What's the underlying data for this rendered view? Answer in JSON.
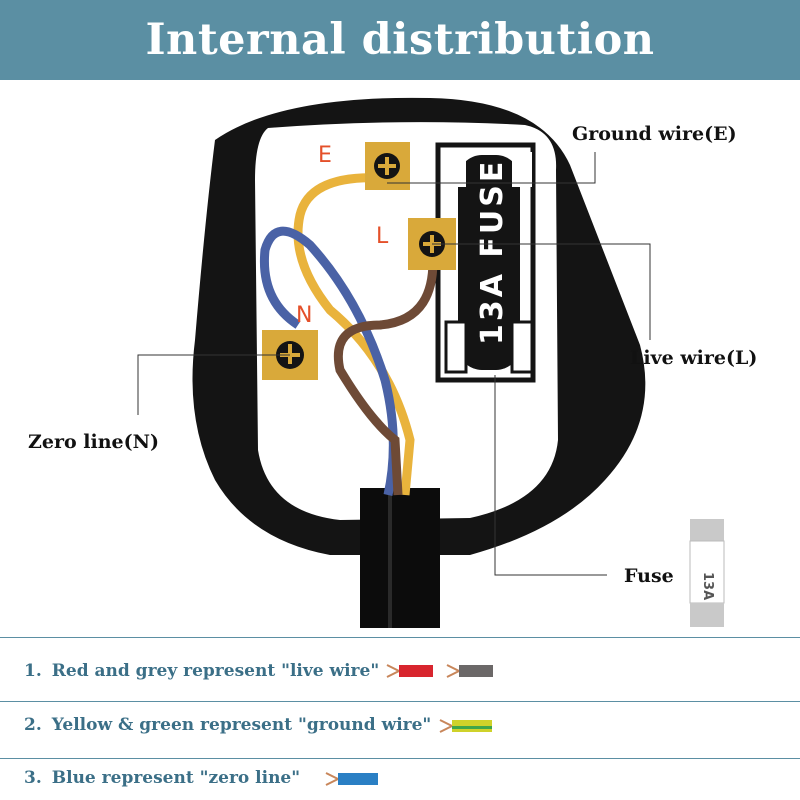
{
  "header": {
    "title": "Internal distribution"
  },
  "terminals": {
    "earth": "E",
    "live": "L",
    "neutral": "N"
  },
  "fuse": {
    "body_text": "13A FUSE",
    "small_fuse_rating": "13A"
  },
  "callouts": {
    "ground": "Ground wire(E)",
    "live": "Live wire(L)",
    "zero": "Zero line(N)",
    "fuse": "Fuse"
  },
  "legend": [
    {
      "number": "1.",
      "text": "Red and grey represent \"live wire\"",
      "colors": [
        "#d8252e",
        "#6b6868"
      ]
    },
    {
      "number": "2.",
      "text": "Yellow & green represent \"ground wire\"",
      "colors": [
        "#cfd22a"
      ]
    },
    {
      "number": "3.",
      "text": "Blue represent \"zero line\"",
      "colors": [
        "#2a7fc4"
      ]
    }
  ],
  "colors": {
    "header_bg": "#5b8fa3",
    "plug_body": "#141414",
    "earth_wire": "#e9b33c",
    "neutral_wire": "#4a62a6",
    "live_wire": "#6e4a36",
    "terminal": "#d9a93a"
  }
}
